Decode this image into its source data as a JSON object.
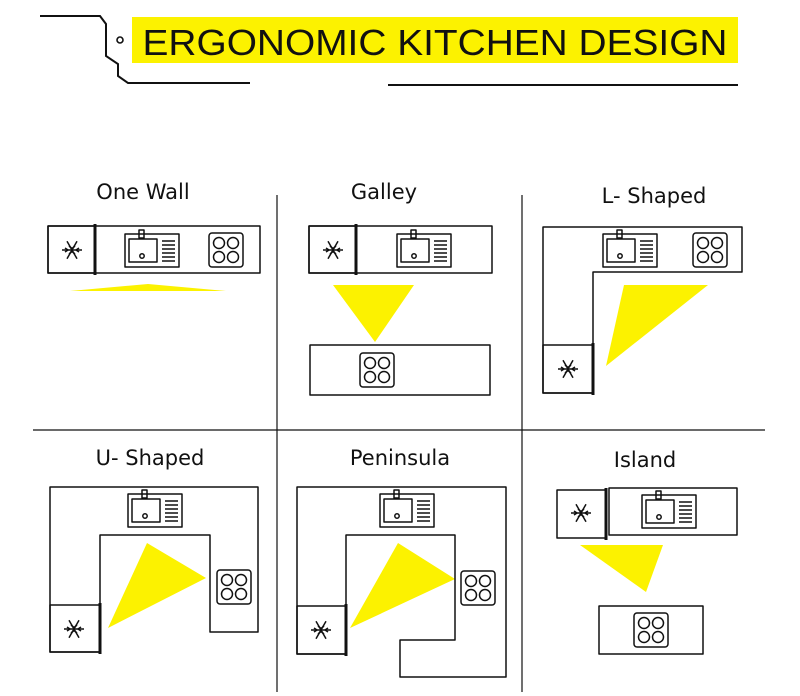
{
  "title": "ERGONOMIC KITCHEN DESIGN",
  "colors": {
    "accent": "#fcf200",
    "line": "#111111",
    "background": "#ffffff"
  },
  "layouts": [
    {
      "name": "One Wall"
    },
    {
      "name": "Galley"
    },
    {
      "name": "L- Shaped"
    },
    {
      "name": "U- Shaped"
    },
    {
      "name": "Peninsula"
    },
    {
      "name": "Island"
    }
  ]
}
